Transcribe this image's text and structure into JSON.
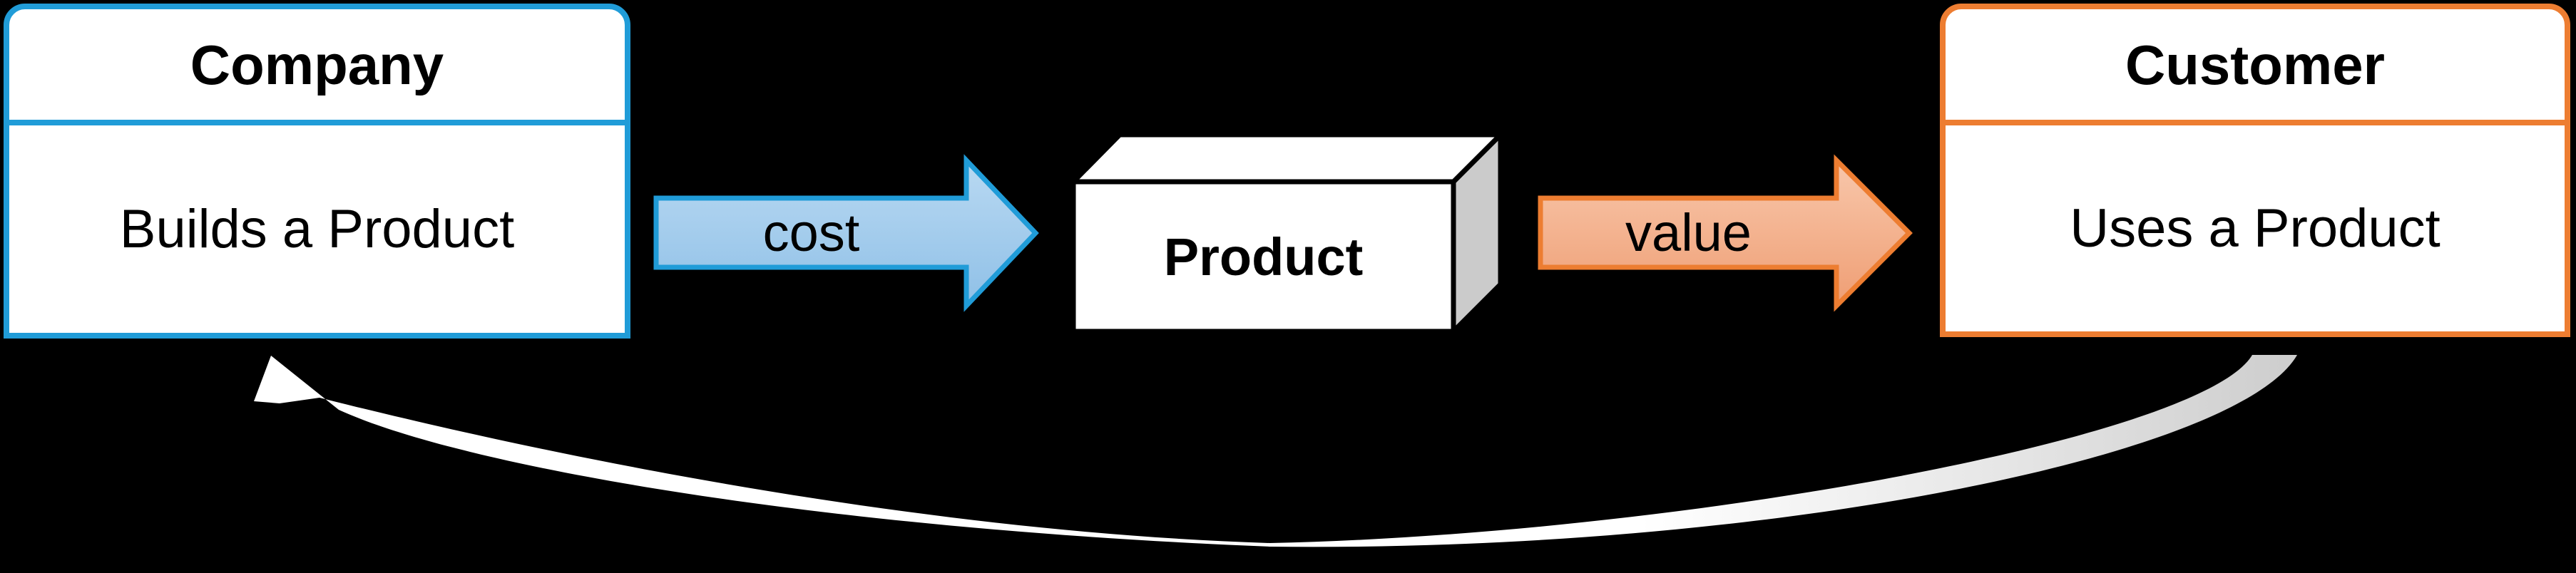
{
  "diagram": {
    "nodes": {
      "company": {
        "title": "Company",
        "body": "Builds a Product"
      },
      "product": {
        "label": "Product"
      },
      "customer": {
        "title": "Customer",
        "body": "Uses a Product"
      }
    },
    "arrows": {
      "cost": {
        "label": "cost"
      },
      "value": {
        "label": "value"
      }
    }
  },
  "colors": {
    "background": "#000000",
    "accent-blue": "#209CD8",
    "accent-orange": "#ED7D31",
    "blue-fill-top": "#B9D9F2",
    "blue-fill-bottom": "#8FC0E7",
    "orange-fill-top": "#F8C7AB",
    "orange-fill-bottom": "#EF9E74",
    "cube-side": "#CBCBCB",
    "cube-outline": "#000000",
    "swoosh-gray": "#CDCDCD",
    "swoosh-white": "#FFFFFF",
    "box-fill": "#FFFFFF",
    "text": "#000000"
  }
}
